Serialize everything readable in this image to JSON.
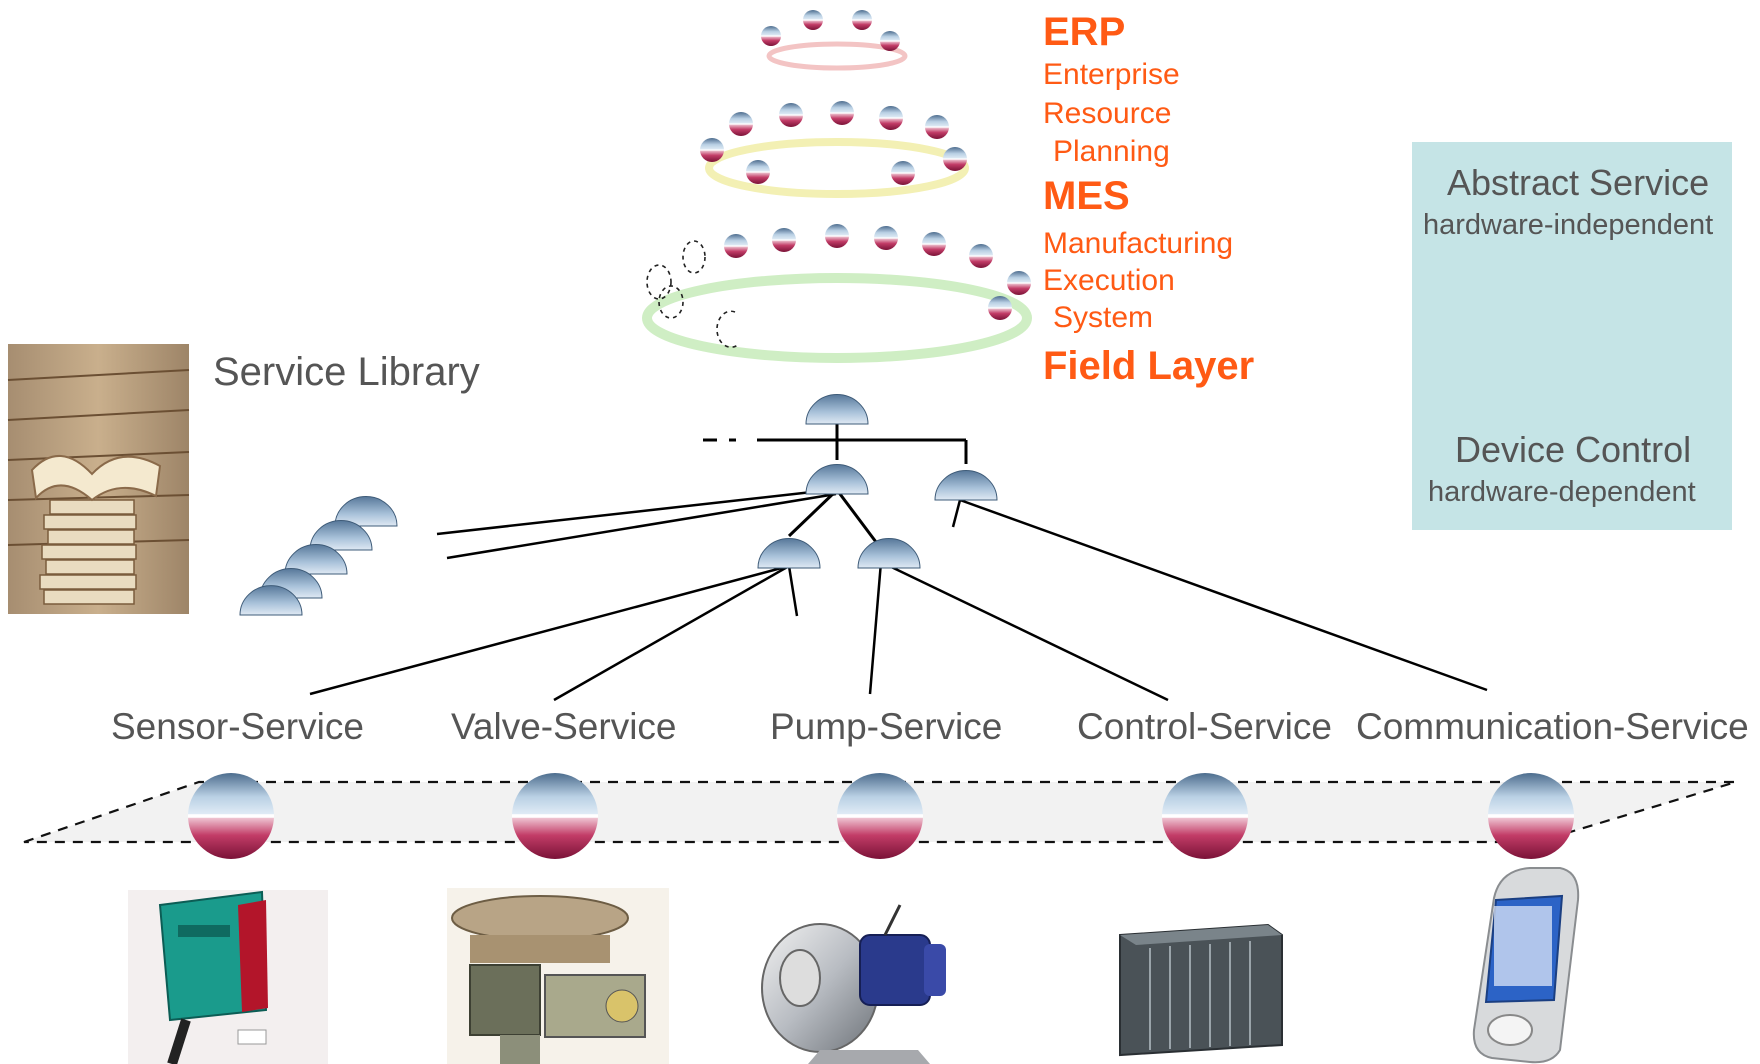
{
  "layers": {
    "erp": {
      "title": "ERP",
      "lines": [
        "Enterprise",
        "Resource",
        "Planning"
      ]
    },
    "mes": {
      "title": "MES",
      "lines": [
        "Manufacturing",
        "Execution",
        "System"
      ]
    },
    "field": {
      "title": "Field Layer"
    }
  },
  "service_library": {
    "label": "Service Library"
  },
  "services": [
    {
      "label": "Sensor-Service",
      "device": "optical sensor"
    },
    {
      "label": "Valve-Service",
      "device": "control valve"
    },
    {
      "label": "Pump-Service",
      "device": "centrifugal pump"
    },
    {
      "label": "Control-Service",
      "device": "PLC controller"
    },
    {
      "label": "Communication-Service",
      "device": "handheld PDA"
    }
  ],
  "legend": {
    "top_title": "Abstract Service",
    "top_subtitle": "hardware-independent",
    "bottom_title": "Device Control",
    "bottom_subtitle": "hardware-dependent"
  },
  "colors": {
    "layer_text": "#ff5a14",
    "label_text": "#555555",
    "legend_bg": "#c5e4e6",
    "sphere_top": "#7fa6c8",
    "sphere_bottom": "#b0305a"
  }
}
